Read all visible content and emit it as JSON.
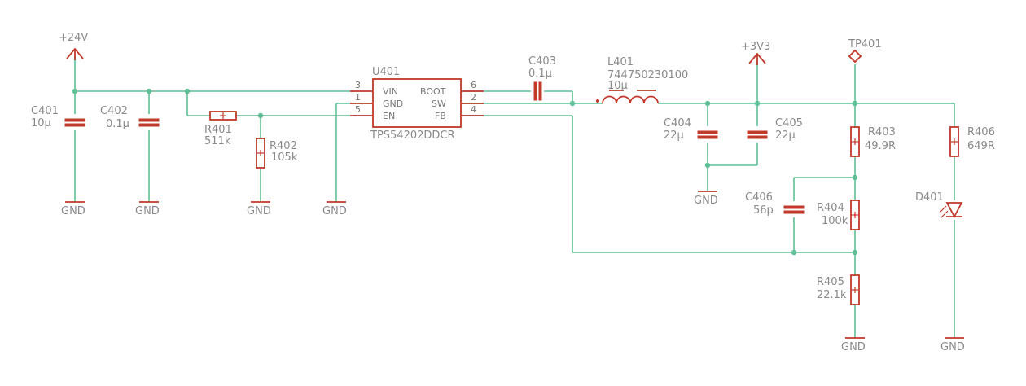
{
  "supplies": {
    "vin": "+24V",
    "v3v3": "+3V3",
    "testpoint": "TP401"
  },
  "gnd_label": "GND",
  "ic": {
    "ref": "U401",
    "value": "TPS54202DDCR",
    "pins_left": [
      {
        "num": "3",
        "name": "VIN"
      },
      {
        "num": "1",
        "name": "GND"
      },
      {
        "num": "5",
        "name": "EN"
      }
    ],
    "pins_right": [
      {
        "num": "6",
        "name": "BOOT"
      },
      {
        "num": "2",
        "name": "SW"
      },
      {
        "num": "4",
        "name": "FB"
      }
    ]
  },
  "components": {
    "c401": {
      "ref": "C401",
      "value": "10µ"
    },
    "c402": {
      "ref": "C402",
      "value": "0.1µ"
    },
    "r401": {
      "ref": "R401",
      "value": "511k"
    },
    "r402": {
      "ref": "R402",
      "value": "105k"
    },
    "c403": {
      "ref": "C403",
      "value": "0.1µ"
    },
    "l401": {
      "ref": "L401",
      "value": "744750230100",
      "value2": "10µ"
    },
    "c404": {
      "ref": "C404",
      "value": "22µ"
    },
    "c405": {
      "ref": "C405",
      "value": "22µ"
    },
    "c406": {
      "ref": "C406",
      "value": "56p"
    },
    "r403": {
      "ref": "R403",
      "value": "49.9R"
    },
    "r404": {
      "ref": "R404",
      "value": "100k"
    },
    "r405": {
      "ref": "R405",
      "value": "22.1k"
    },
    "r406": {
      "ref": "R406",
      "value": "649R"
    },
    "d401": {
      "ref": "D401"
    }
  },
  "colors": {
    "wire": "#5fbf96",
    "part": "#c0392b",
    "label": "#8a8a8a"
  }
}
